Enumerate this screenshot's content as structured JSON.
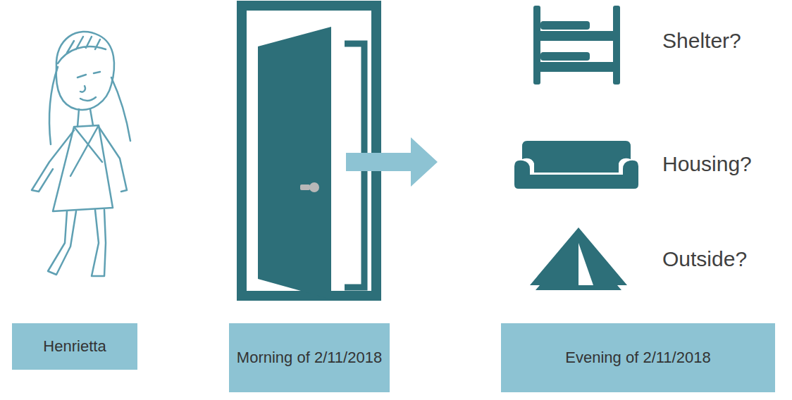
{
  "diagram": {
    "nodes": [
      {
        "text": [
          "Henrietta"
        ]
      },
      {
        "text": [
          "Morning of 2/11/2018"
        ]
      },
      {
        "text": [
          "Evening of 2/11/2018"
        ]
      }
    ],
    "labels": [
      "Shelter?",
      "Housing?",
      "Outside?"
    ]
  }
}
